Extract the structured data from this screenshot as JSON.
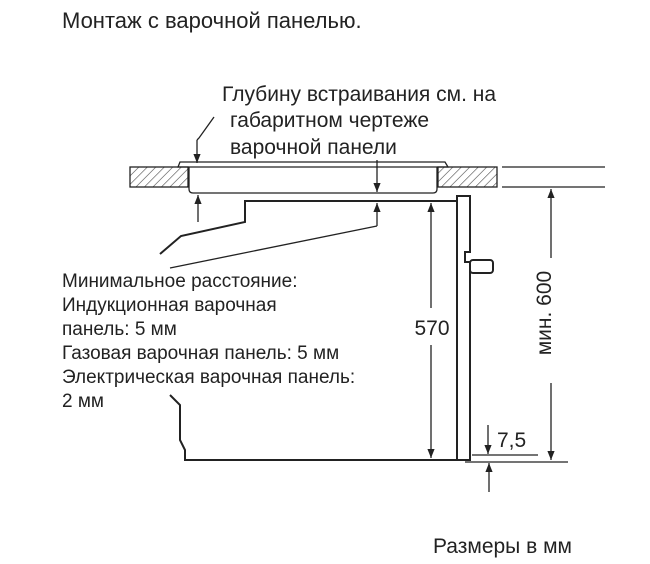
{
  "title": "Монтаж с варочной панелью.",
  "callout": {
    "lines": [
      "Глубину встраивания см. на",
      "габаритном чертеже",
      "варочной панели"
    ]
  },
  "notes": {
    "lines": [
      "Минимальное расстояние:",
      "Индукционная варочная",
      "панель: 5 мм",
      "Газовая варочная панель: 5 мм",
      "Электрическая варочная панель:",
      "2 мм"
    ]
  },
  "dimensions": {
    "oven_height": "570",
    "niche_height": "мин. 600",
    "bottom_gap": "7,5"
  },
  "units_note": "Размеры в мм"
}
